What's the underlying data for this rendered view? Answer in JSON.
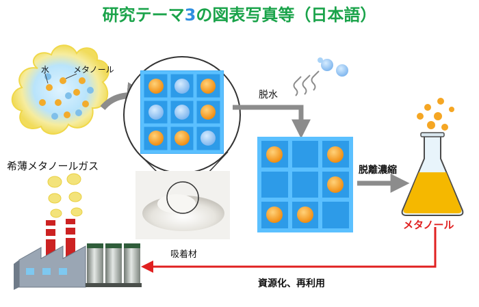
{
  "title": {
    "segments": [
      {
        "text": "研究テーマ",
        "color": "#1aa34a"
      },
      {
        "text": "3",
        "color": "#2f8fe0"
      },
      {
        "text": "の図表写真等（日本語）",
        "color": "#1aa34a"
      }
    ]
  },
  "labels": {
    "water": "水",
    "methanol_small": "メタノール",
    "dilute_gas": "希薄メタノールガス",
    "adsorbent": "吸着材",
    "dehydration": "脱水",
    "concentration": "脱離濃縮",
    "methanol": "メタノール",
    "reuse": "資源化、再利用"
  },
  "colors": {
    "framework": "#35a8f0",
    "framework_dark": "#1b7fcc",
    "cell": "#2d9be8",
    "methanol_ball": "#f5a623",
    "water_ball": "#8fc6f5",
    "cloud": "#f3e37a",
    "arrow_gray": "#8c8c8c",
    "arrow_red": "#e02020",
    "liquid": "#f5b800"
  },
  "icons": [
    "gas-cloud-icon",
    "molecular-sieve-icon",
    "adsorbent-powder-icon",
    "flask-icon",
    "factory-icon",
    "water-vapor-icon"
  ]
}
